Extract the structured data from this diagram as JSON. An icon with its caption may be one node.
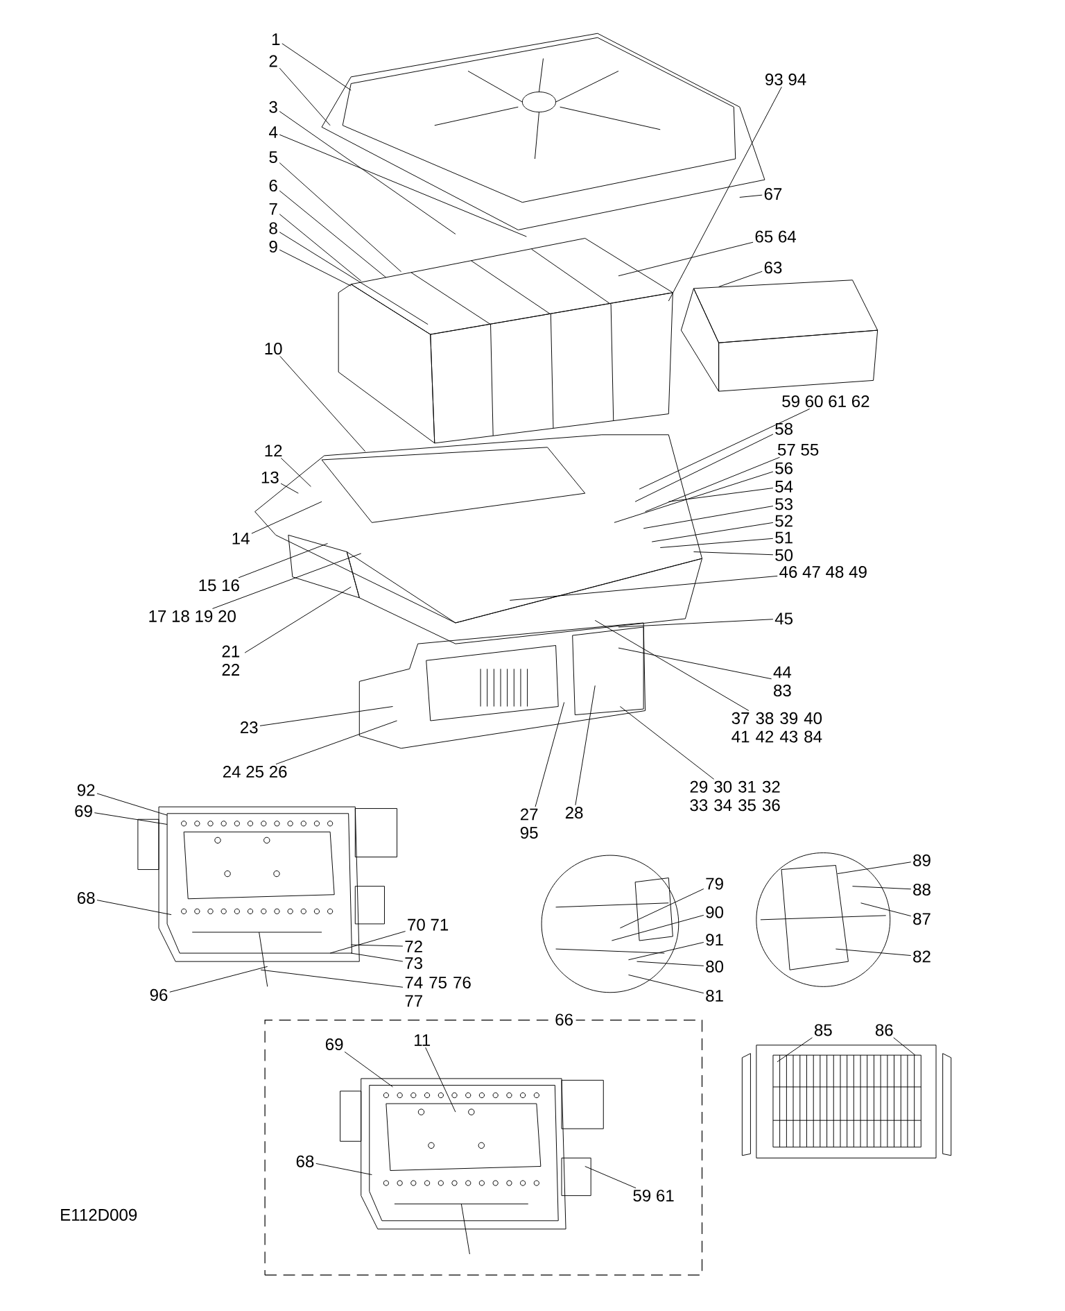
{
  "diagram": {
    "nodes": [
      {
        "text": [
          "1"
        ]
      },
      {
        "text": [
          "2"
        ]
      },
      {
        "text": [
          "3"
        ]
      },
      {
        "text": [
          "4"
        ]
      },
      {
        "text": [
          "5"
        ]
      },
      {
        "text": [
          "6"
        ]
      },
      {
        "text": [
          "7"
        ]
      },
      {
        "text": [
          "8"
        ]
      },
      {
        "text": [
          "9"
        ]
      },
      {
        "text": [
          "93 94"
        ]
      },
      {
        "text": [
          "67"
        ]
      },
      {
        "text": [
          "65 64"
        ]
      },
      {
        "text": [
          "63"
        ]
      },
      {
        "text": [
          "59 60 61 62"
        ]
      },
      {
        "text": [
          "58"
        ]
      },
      {
        "text": [
          "57 55"
        ]
      },
      {
        "text": [
          "56"
        ]
      },
      {
        "text": [
          "54"
        ]
      },
      {
        "text": [
          "53"
        ]
      },
      {
        "text": [
          "52"
        ]
      },
      {
        "text": [
          "51"
        ]
      },
      {
        "text": [
          "50"
        ]
      },
      {
        "text": [
          "46 47 48 49"
        ]
      },
      {
        "text": [
          "45"
        ]
      },
      {
        "text": [
          "44 83"
        ]
      },
      {
        "text": [
          "37 38 39 40 41 42 43 84"
        ]
      },
      {
        "text": [
          "29 30 31 32 33 34 35 36"
        ]
      },
      {
        "text": [
          "28"
        ]
      },
      {
        "text": [
          "27 95"
        ]
      },
      {
        "text": [
          "24 25 26"
        ]
      },
      {
        "text": [
          "23"
        ]
      },
      {
        "text": [
          "21 22"
        ]
      },
      {
        "text": [
          "17 18 19 20"
        ]
      },
      {
        "text": [
          "15 16"
        ]
      },
      {
        "text": [
          "14"
        ]
      },
      {
        "text": [
          "13"
        ]
      },
      {
        "text": [
          "12"
        ]
      },
      {
        "text": [
          "10"
        ]
      },
      {
        "text": [
          "92"
        ]
      },
      {
        "text": [
          "69"
        ]
      },
      {
        "text": [
          "68"
        ]
      },
      {
        "text": [
          "96"
        ]
      },
      {
        "text": [
          "70 71"
        ]
      },
      {
        "text": [
          "72"
        ]
      },
      {
        "text": [
          "73"
        ]
      },
      {
        "text": [
          "74 75 76 77"
        ]
      },
      {
        "text": [
          "79"
        ]
      },
      {
        "text": [
          "90"
        ]
      },
      {
        "text": [
          "91"
        ]
      },
      {
        "text": [
          "80"
        ]
      },
      {
        "text": [
          "81"
        ]
      },
      {
        "text": [
          "89"
        ]
      },
      {
        "text": [
          "88"
        ]
      },
      {
        "text": [
          "87"
        ]
      },
      {
        "text": [
          "82"
        ]
      },
      {
        "text": [
          "85"
        ]
      },
      {
        "text": [
          "86"
        ]
      },
      {
        "text": [
          "69"
        ],
        "in": 61
      },
      {
        "text": [
          "11"
        ],
        "in": 61
      },
      {
        "text": [
          "68"
        ],
        "in": 61
      },
      {
        "text": [
          "59 61"
        ],
        "in": 61
      },
      {
        "text": [
          "66"
        ]
      }
    ],
    "edges": [
      {
        "from": 0,
        "to": null,
        "arrow": "none"
      },
      {
        "from": 1,
        "to": null,
        "arrow": "none"
      },
      {
        "from": 2,
        "to": null,
        "arrow": "none"
      },
      {
        "from": 3,
        "to": null,
        "arrow": "none"
      },
      {
        "from": 4,
        "to": null,
        "arrow": "none"
      },
      {
        "from": 5,
        "to": null,
        "arrow": "none"
      },
      {
        "from": 6,
        "to": null,
        "arrow": "none"
      },
      {
        "from": 7,
        "to": null,
        "arrow": "none"
      },
      {
        "from": 8,
        "to": null,
        "arrow": "none"
      },
      {
        "from": 9,
        "to": null,
        "arrow": "none"
      },
      {
        "from": 10,
        "to": null,
        "arrow": "none"
      },
      {
        "from": 11,
        "to": null,
        "arrow": "none"
      },
      {
        "from": 12,
        "to": null,
        "arrow": "none"
      },
      {
        "from": 13,
        "to": null,
        "arrow": "none"
      },
      {
        "from": 14,
        "to": null,
        "arrow": "none"
      },
      {
        "from": 15,
        "to": null,
        "arrow": "none"
      },
      {
        "from": 16,
        "to": null,
        "arrow": "none"
      },
      {
        "from": 17,
        "to": null,
        "arrow": "none"
      },
      {
        "from": 18,
        "to": null,
        "arrow": "none"
      },
      {
        "from": 19,
        "to": null,
        "arrow": "none"
      },
      {
        "from": 20,
        "to": null,
        "arrow": "none"
      },
      {
        "from": 21,
        "to": null,
        "arrow": "none"
      },
      {
        "from": 22,
        "to": null,
        "arrow": "none"
      },
      {
        "from": 23,
        "to": null,
        "arrow": "none"
      },
      {
        "from": 24,
        "to": null,
        "arrow": "none"
      },
      {
        "from": 25,
        "to": null,
        "arrow": "none"
      },
      {
        "from": 26,
        "to": null,
        "arrow": "none"
      },
      {
        "from": 27,
        "to": null,
        "arrow": "none"
      },
      {
        "from": 28,
        "to": null,
        "arrow": "none"
      },
      {
        "from": 29,
        "to": null,
        "arrow": "none"
      },
      {
        "from": 30,
        "to": null,
        "arrow": "none"
      },
      {
        "from": 31,
        "to": null,
        "arrow": "none"
      },
      {
        "from": 32,
        "to": null,
        "arrow": "none"
      },
      {
        "from": 33,
        "to": null,
        "arrow": "none"
      },
      {
        "from": 34,
        "to": null,
        "arrow": "none"
      },
      {
        "from": 35,
        "to": null,
        "arrow": "none"
      },
      {
        "from": 36,
        "to": null,
        "arrow": "none"
      },
      {
        "from": 37,
        "to": null,
        "arrow": "none"
      },
      {
        "from": 38,
        "to": null,
        "arrow": "none"
      },
      {
        "from": 39,
        "to": null,
        "arrow": "none"
      },
      {
        "from": 40,
        "to": null,
        "arrow": "none"
      },
      {
        "from": 41,
        "to": null,
        "arrow": "none"
      },
      {
        "from": 42,
        "to": null,
        "arrow": "none"
      },
      {
        "from": 43,
        "to": null,
        "arrow": "none"
      },
      {
        "from": 44,
        "to": null,
        "arrow": "none"
      },
      {
        "from": 45,
        "to": null,
        "arrow": "none"
      },
      {
        "from": 46,
        "to": null,
        "arrow": "none"
      },
      {
        "from": 47,
        "to": null,
        "arrow": "none"
      },
      {
        "from": 48,
        "to": null,
        "arrow": "none"
      },
      {
        "from": 49,
        "to": null,
        "arrow": "none"
      },
      {
        "from": 50,
        "to": null,
        "arrow": "none"
      },
      {
        "from": 51,
        "to": null,
        "arrow": "none"
      },
      {
        "from": 52,
        "to": null,
        "arrow": "none"
      },
      {
        "from": 53,
        "to": null,
        "arrow": "none"
      },
      {
        "from": 54,
        "to": null,
        "arrow": "none"
      },
      {
        "from": 55,
        "to": null,
        "arrow": "none"
      },
      {
        "from": 56,
        "to": null,
        "arrow": "none"
      },
      {
        "from": 57,
        "to": null,
        "arrow": "none"
      },
      {
        "from": 58,
        "to": null,
        "arrow": "none"
      },
      {
        "from": 59,
        "to": null,
        "arrow": "none"
      },
      {
        "from": 60,
        "to": null,
        "arrow": "none"
      }
    ],
    "labels": [
      "E112D009"
    ]
  }
}
